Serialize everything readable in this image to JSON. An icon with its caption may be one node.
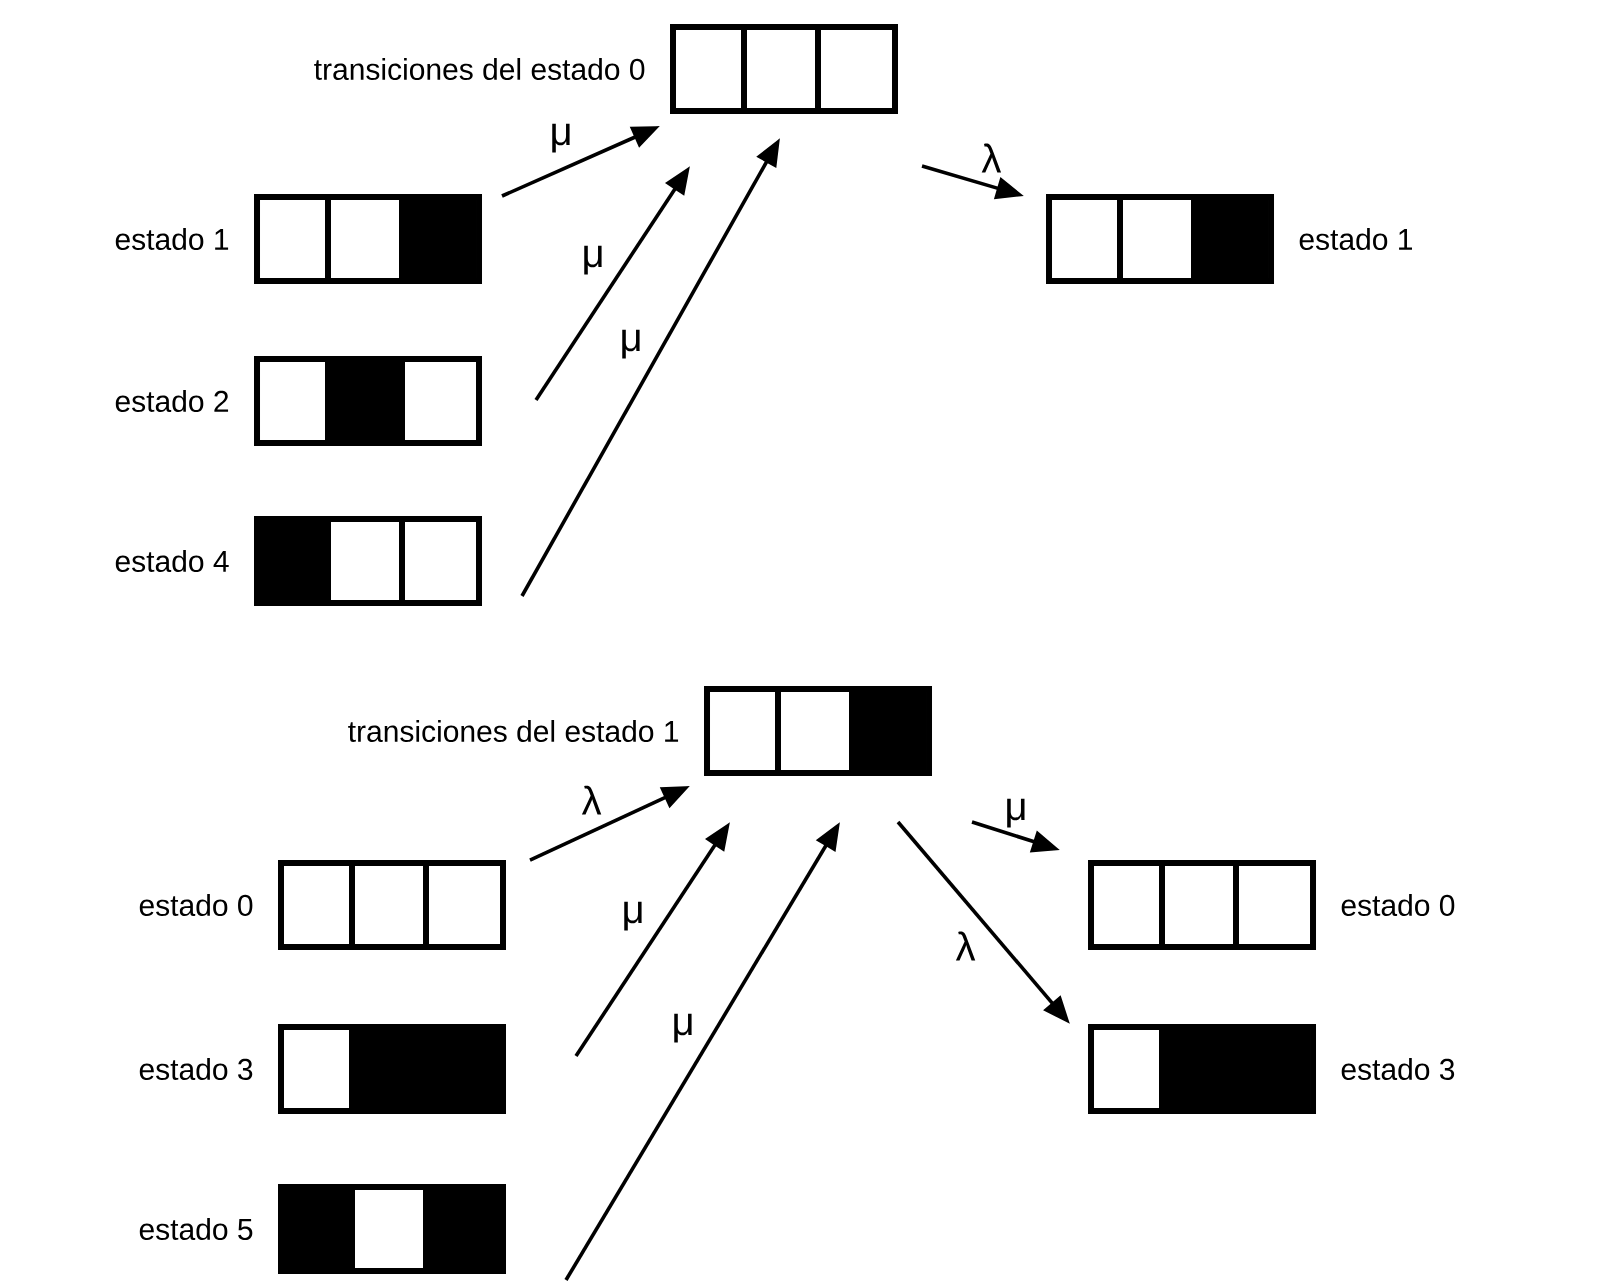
{
  "diagram": {
    "nodes": [
      {
        "text": [
          "transiciones del estado 0"
        ]
      },
      {
        "text": [
          "estado 1"
        ]
      },
      {
        "text": [
          "estado 2"
        ]
      },
      {
        "text": [
          "estado 4"
        ]
      },
      {
        "text": [
          "estado 1"
        ]
      },
      {
        "text": [
          "transiciones del estado 1"
        ]
      },
      {
        "text": [
          "estado 0"
        ]
      },
      {
        "text": [
          "estado 3"
        ]
      },
      {
        "text": [
          "estado 5"
        ]
      },
      {
        "text": [
          "estado 0"
        ]
      },
      {
        "text": [
          "estado 3"
        ]
      }
    ],
    "edges": [
      {
        "from": 1,
        "to": 0,
        "arrow": "to",
        "label": "μ"
      },
      {
        "from": 2,
        "to": 0,
        "arrow": "to",
        "label": "μ"
      },
      {
        "from": 3,
        "to": 0,
        "arrow": "to",
        "label": "μ"
      },
      {
        "from": 0,
        "to": 4,
        "arrow": "to",
        "label": "λ"
      },
      {
        "from": 6,
        "to": 5,
        "arrow": "to",
        "label": "λ"
      },
      {
        "from": 7,
        "to": 5,
        "arrow": "to",
        "label": "μ"
      },
      {
        "from": 8,
        "to": 5,
        "arrow": "to",
        "label": "μ"
      },
      {
        "from": 5,
        "to": 9,
        "arrow": "to",
        "label": "μ"
      },
      {
        "from": 5,
        "to": 10,
        "arrow": "to",
        "label": "λ"
      }
    ]
  }
}
